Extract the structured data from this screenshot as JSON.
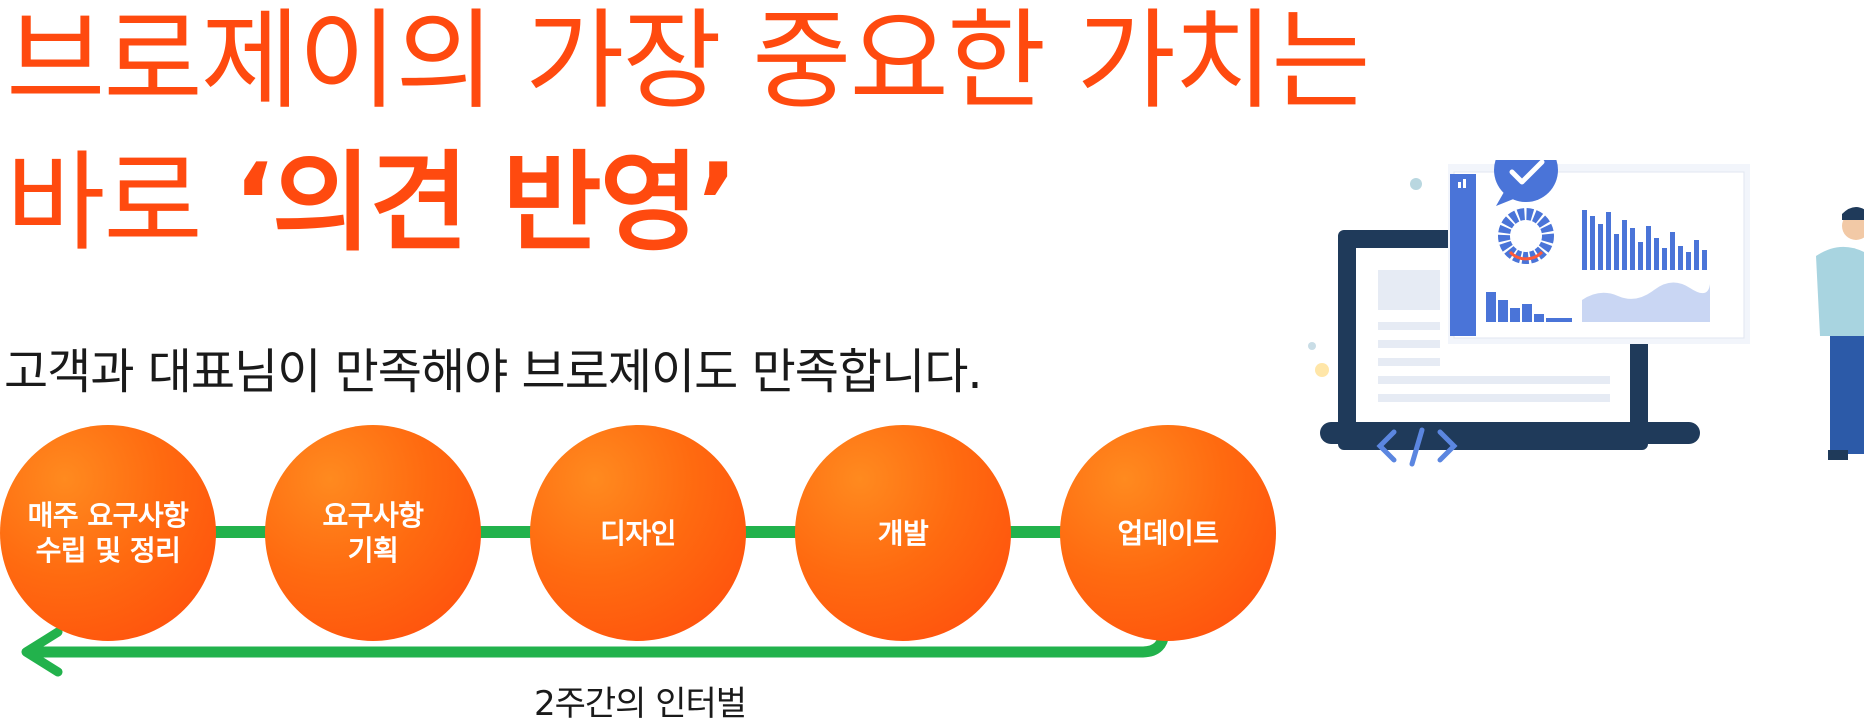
{
  "headline": {
    "line1": "브로제이의 가장 중요한 가치는",
    "line2_prefix": "바로 ",
    "line2_emphasis": "‘의견 반영’"
  },
  "subtitle": "고객과 대표님이 만족해야 브로제이도 만족합니다.",
  "process": {
    "steps": [
      {
        "label": "매주 요구사항\n수립 및 정리"
      },
      {
        "label": "요구사항\n기획"
      },
      {
        "label": "디자인"
      },
      {
        "label": "개발"
      },
      {
        "label": "업데이트"
      }
    ],
    "cycle_label": "2주간의 인터벌"
  },
  "illustration": {
    "left_bubble_icon": "exclamation-icon",
    "right_bubble_icon": "check-icon",
    "bottom_icon": "code-icon"
  },
  "colors": {
    "accent": "#ff4a0f",
    "step_fill": "#ff6a10",
    "connector": "#22b24c",
    "text": "#1a1a1a",
    "monitor": "#1f3a5a",
    "chart_blue": "#4a74d8"
  }
}
